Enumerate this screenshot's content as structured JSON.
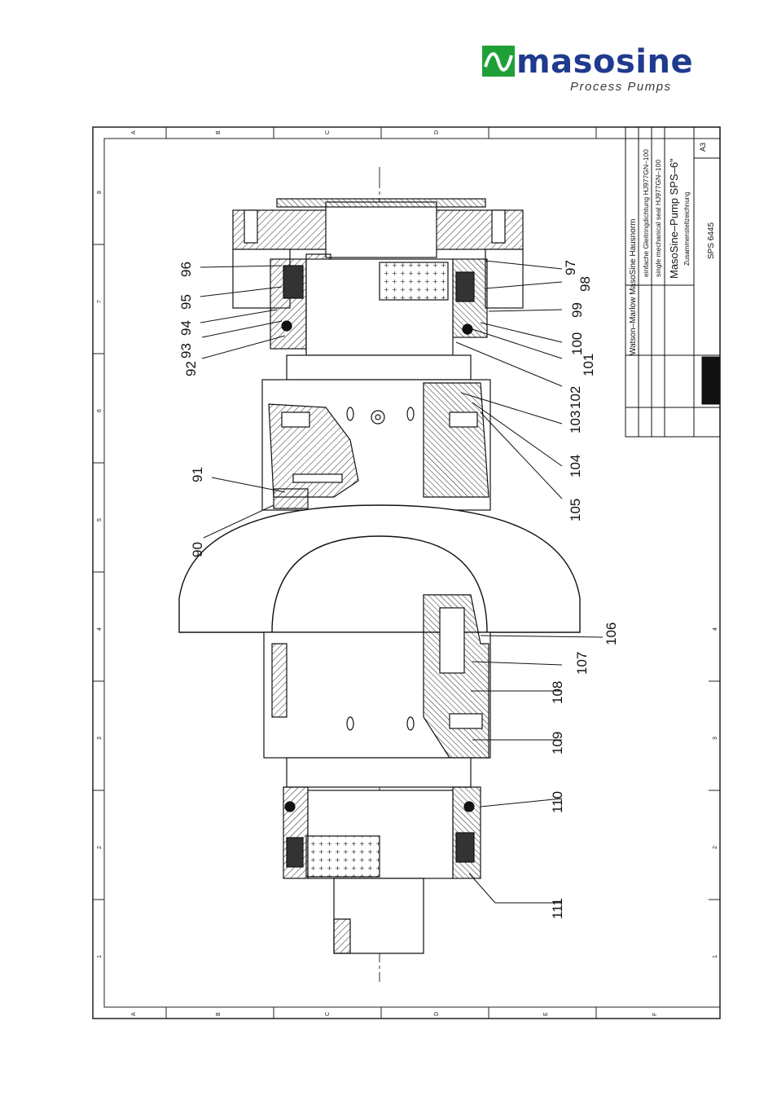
{
  "logo": {
    "name": "masosine",
    "subtitle": "Process Pumps",
    "colors": {
      "mark": "#1fa037",
      "text": "#1f3a8e"
    }
  },
  "drawing": {
    "callouts_left": [
      "96",
      "95",
      "94",
      "93",
      "92",
      "91",
      "90"
    ],
    "callouts_right": [
      "97",
      "98",
      "99",
      "100",
      "101",
      "102",
      "103",
      "104",
      "105",
      "106",
      "107",
      "108",
      "109",
      "110",
      "111"
    ],
    "zone_letters": [
      "A",
      "B",
      "C",
      "D",
      "E",
      "F"
    ],
    "zone_numbers": [
      "8",
      "7",
      "6",
      "5",
      "4",
      "3",
      "2",
      "1"
    ]
  },
  "title_block": {
    "standard": "Watson–Marlow MasoSine Hausnorm",
    "desc_de": "einfache Gleitringdichtung HJ977GN–100",
    "desc_en": "single mechanical seal HJ977GN–100",
    "title": "MasoSine–Pump SPS–6\"",
    "subtitle": "Zusammenstellzeichnung",
    "drawing_no": "SPS 6445",
    "sheet_size": "A3"
  }
}
